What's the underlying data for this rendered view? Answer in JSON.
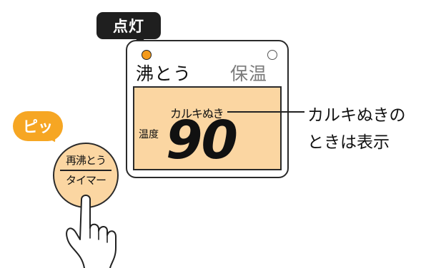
{
  "callout_lit": "点灯",
  "panel": {
    "label_boil": "沸とう",
    "label_warm": "保温",
    "display": {
      "calk_label": "カルキぬき",
      "temp_label": "温度",
      "temp_value": "90"
    }
  },
  "note_lines": [
    "カルキぬきの",
    "ときは表示"
  ],
  "sound_label": "ピッ",
  "button": {
    "top_label": "再沸とう",
    "bottom_label": "タイマー"
  },
  "colors": {
    "lamp_on": "#f39a1c",
    "screen": "#fbd6a2",
    "sound_bubble": "#f6a623",
    "badge": "#1f1f1f"
  }
}
